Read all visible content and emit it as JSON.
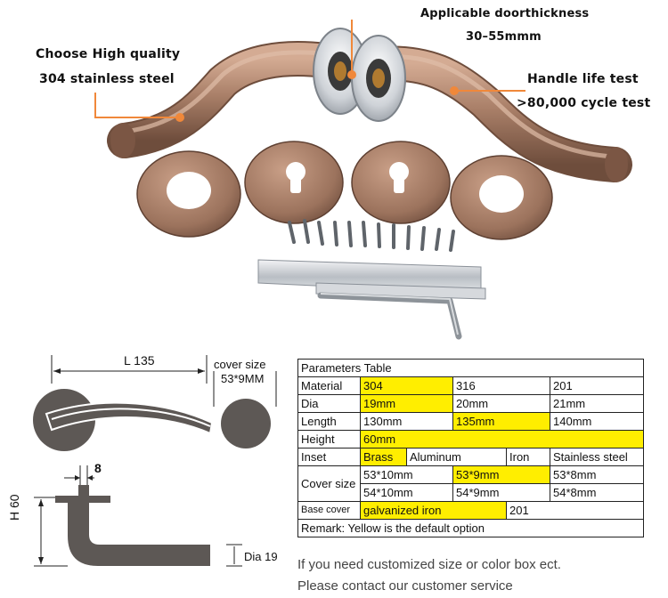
{
  "callouts": {
    "quality_line1": "Choose High quality",
    "quality_line2": "304 stainless steel",
    "door_line1": "Applicable doorthickness",
    "door_line2": "30–55mmm",
    "life_line1": "Handle life test",
    "life_line2": ">80,000 cycle test"
  },
  "diagram": {
    "length_label": "L 135",
    "cover_label_line1": "cover size",
    "cover_label_line2": "53*9MM",
    "width_label": "8",
    "height_label": "H 60",
    "dia_label": "Dia 19"
  },
  "table": {
    "title": "Parameters Table",
    "material_label": "Material",
    "material_1": "304",
    "material_2": "316",
    "material_3": "201",
    "dia_label": "Dia",
    "dia_1": "19mm",
    "dia_2": "20mm",
    "dia_3": "21mm",
    "length_label": "Length",
    "length_1": "130mm",
    "length_2": "135mm",
    "length_3": "140mm",
    "height_label": "Height",
    "height_1": "60mm",
    "inset_label": "Inset",
    "inset_1": "Brass",
    "inset_2": "Aluminum",
    "inset_3": "Iron",
    "inset_4": "Stainless steel",
    "cover_label": "Cover size",
    "cover_r1_1": "53*10mm",
    "cover_r1_2": "53*9mm",
    "cover_r1_3": "53*8mm",
    "cover_r2_1": "54*10mm",
    "cover_r2_2": "54*9mm",
    "cover_r2_3": "54*8mm",
    "base_label": "Base cover",
    "base_1": "galvanized iron",
    "base_2": "201",
    "remark": "Remark: Yellow is the default option"
  },
  "notes": {
    "line1": "If you need customized size or color box ect.",
    "line2": "Please contact our customer service"
  },
  "colors": {
    "bronze": "#a77d66",
    "highlight": "#ffee00",
    "leader_line": "#f0883a",
    "diagram_fill": "#5d5855"
  }
}
